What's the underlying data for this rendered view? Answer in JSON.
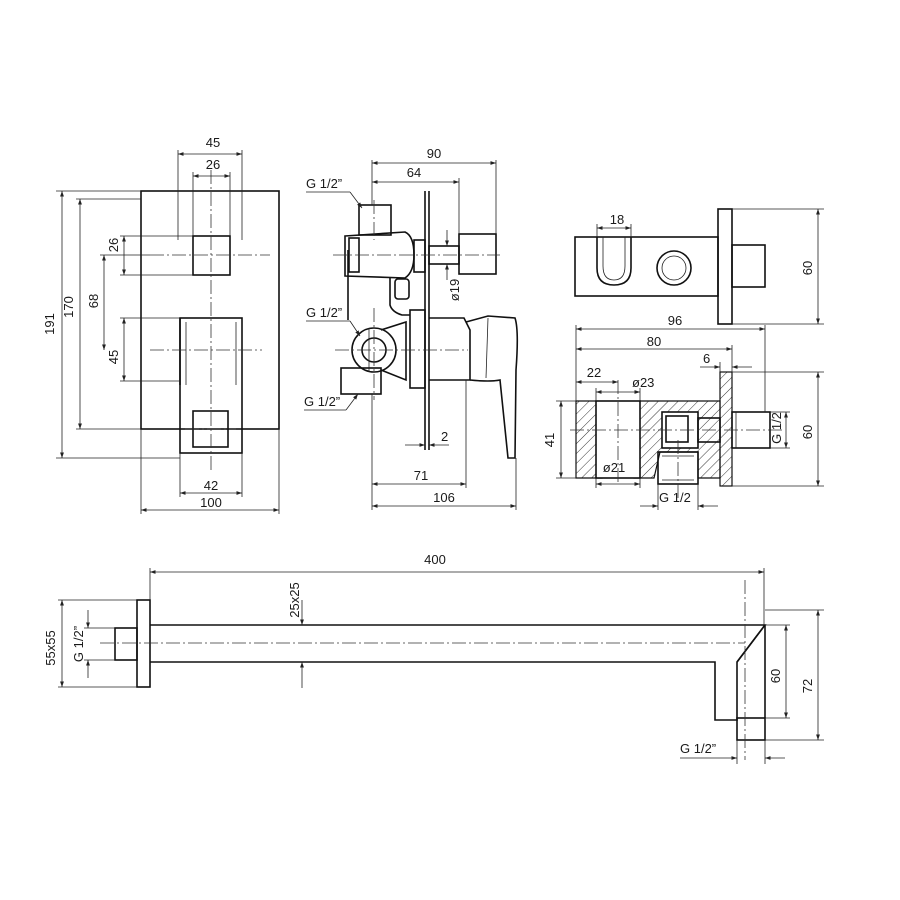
{
  "dimensions": {
    "front": {
      "w45": "45",
      "w26": "26",
      "h191": "191",
      "h170": "170",
      "h68": "68",
      "s26": "26",
      "h45": "45",
      "w42": "42",
      "w100": "100"
    },
    "side": {
      "w90": "90",
      "w64": "64",
      "g_top": "G 1/2”",
      "d19": "ø19",
      "g_mid": "G 1/2”",
      "g_bot": "G 1/2”",
      "w2": "2",
      "w71": "71",
      "w106": "106"
    },
    "outlet_top": {
      "w18": "18",
      "h60": "60"
    },
    "outlet_section": {
      "w96": "96",
      "w80": "80",
      "w6": "6",
      "w22": "22",
      "d23": "ø23",
      "h41": "41",
      "d21": "ø21",
      "g_vert": "G 1/2",
      "h60": "60",
      "g_bottom": "G 1/2"
    },
    "arm": {
      "l400": "400",
      "s25x25": "25x25",
      "s55x55": "55x55",
      "g_left": "G 1/2”",
      "h60": "60",
      "h72": "72",
      "g_bottom": "G 1/2”"
    }
  },
  "colors": {
    "line": "#111111",
    "background": "#ffffff"
  }
}
